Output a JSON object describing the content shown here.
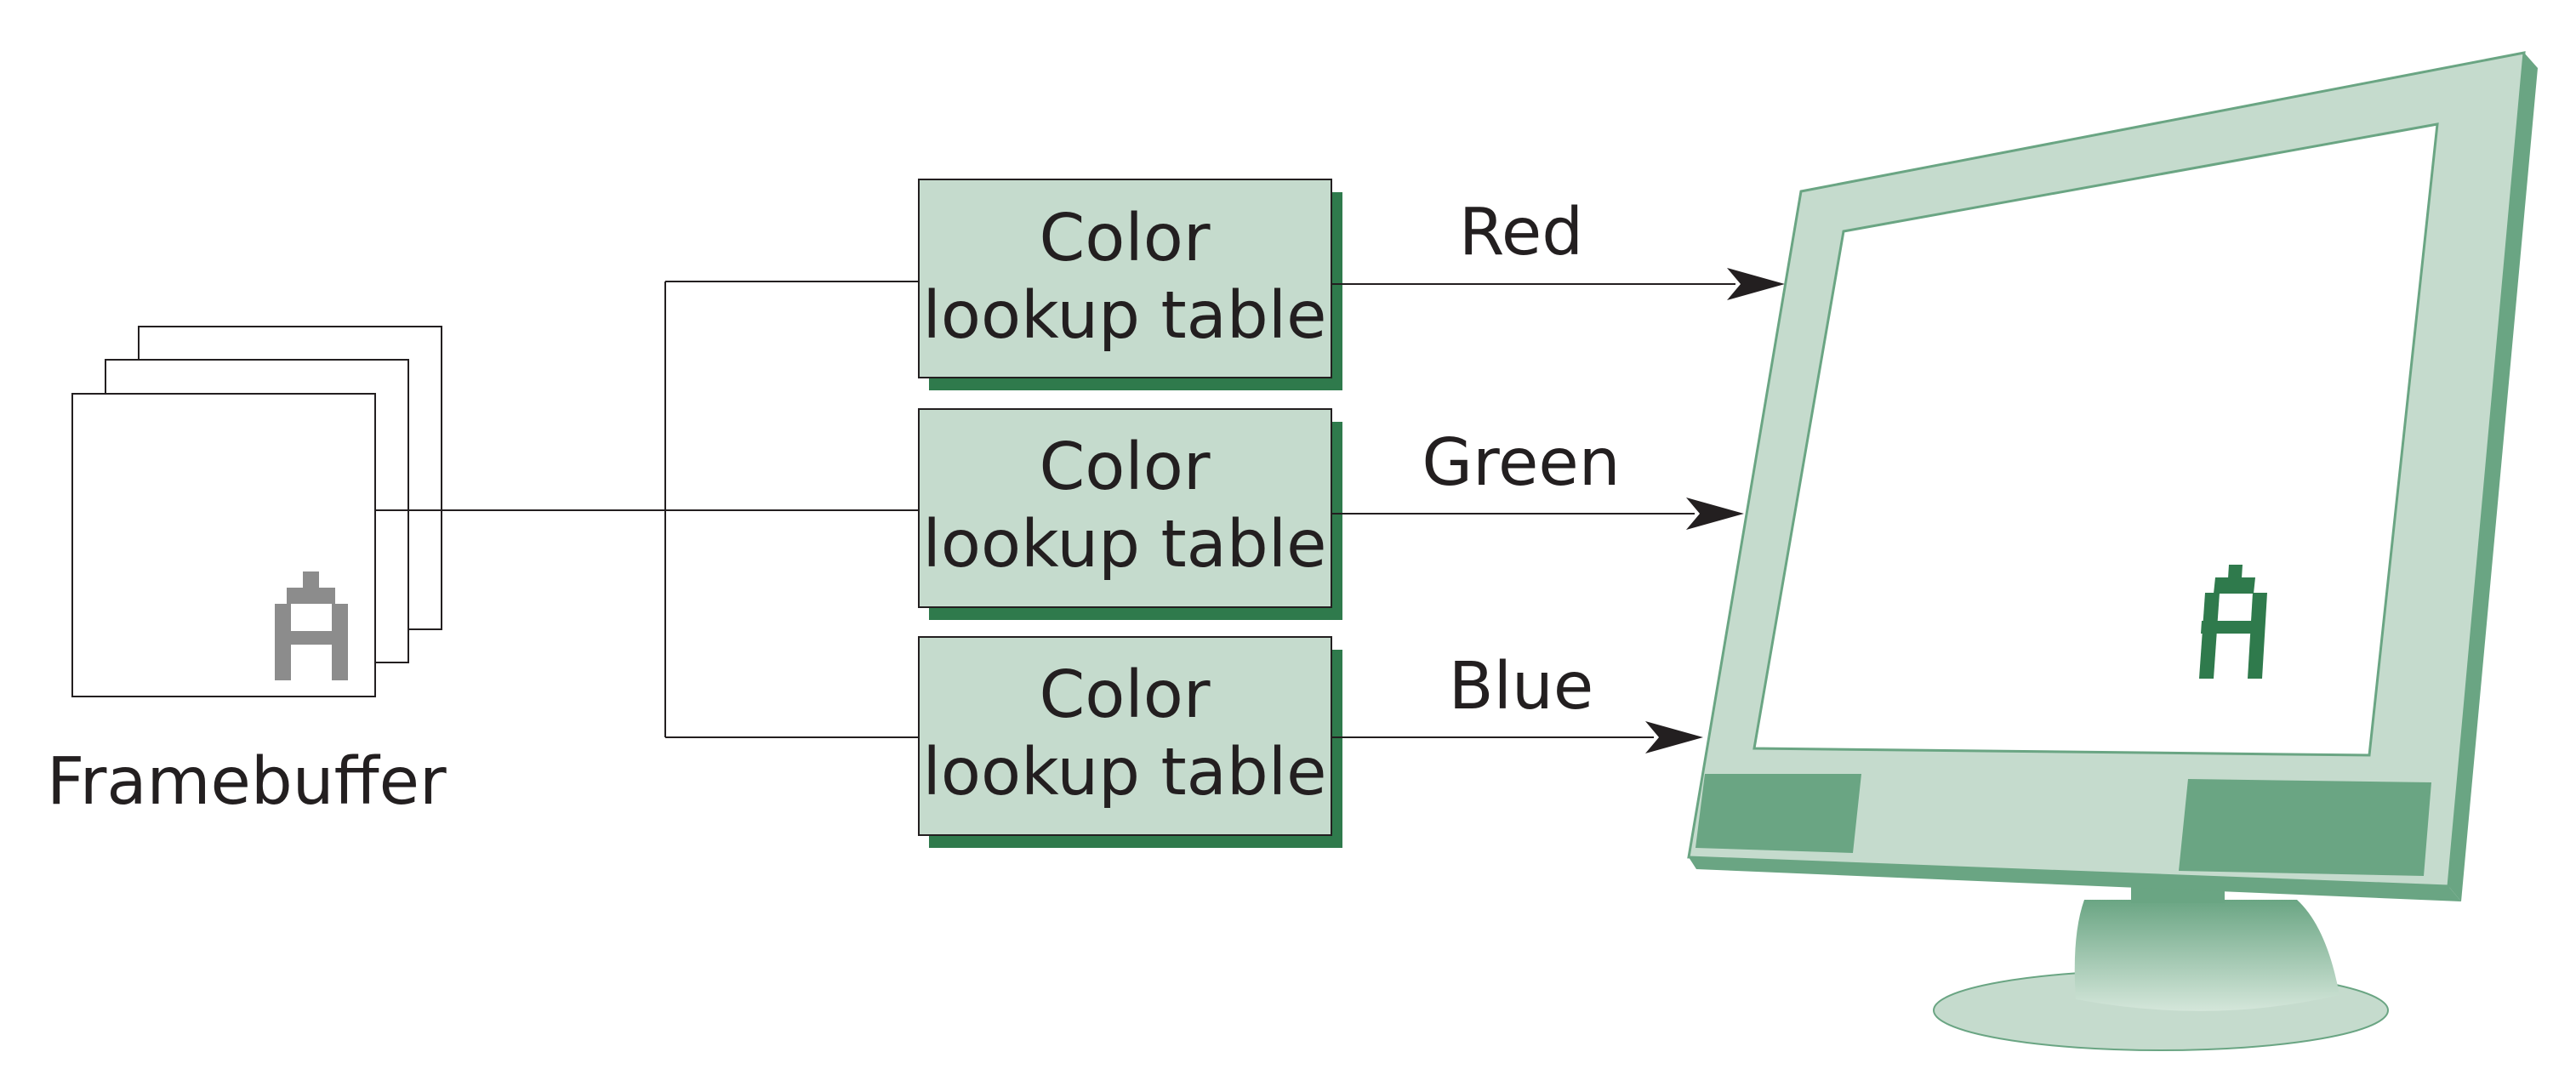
{
  "framebuffer": {
    "label": "Framebuffer"
  },
  "lookup_tables": [
    {
      "line1": "Color",
      "line2": "lookup table"
    },
    {
      "line1": "Color",
      "line2": "lookup table"
    },
    {
      "line1": "Color",
      "line2": "lookup table"
    }
  ],
  "channels": [
    {
      "label": "Red"
    },
    {
      "label": "Green"
    },
    {
      "label": "Blue"
    }
  ],
  "colors": {
    "box_fill": "#c5dbcd",
    "box_shadow": "#2f7a4c",
    "monitor_bezel": "#c5dbcd",
    "monitor_side": "#6aa583",
    "glyph_gray": "#8c8c8c",
    "glyph_green": "#2f7a4c",
    "line": "#231f20"
  },
  "icons": [
    "pixel-letter-a-icon",
    "monitor-icon",
    "arrow-icon"
  ]
}
